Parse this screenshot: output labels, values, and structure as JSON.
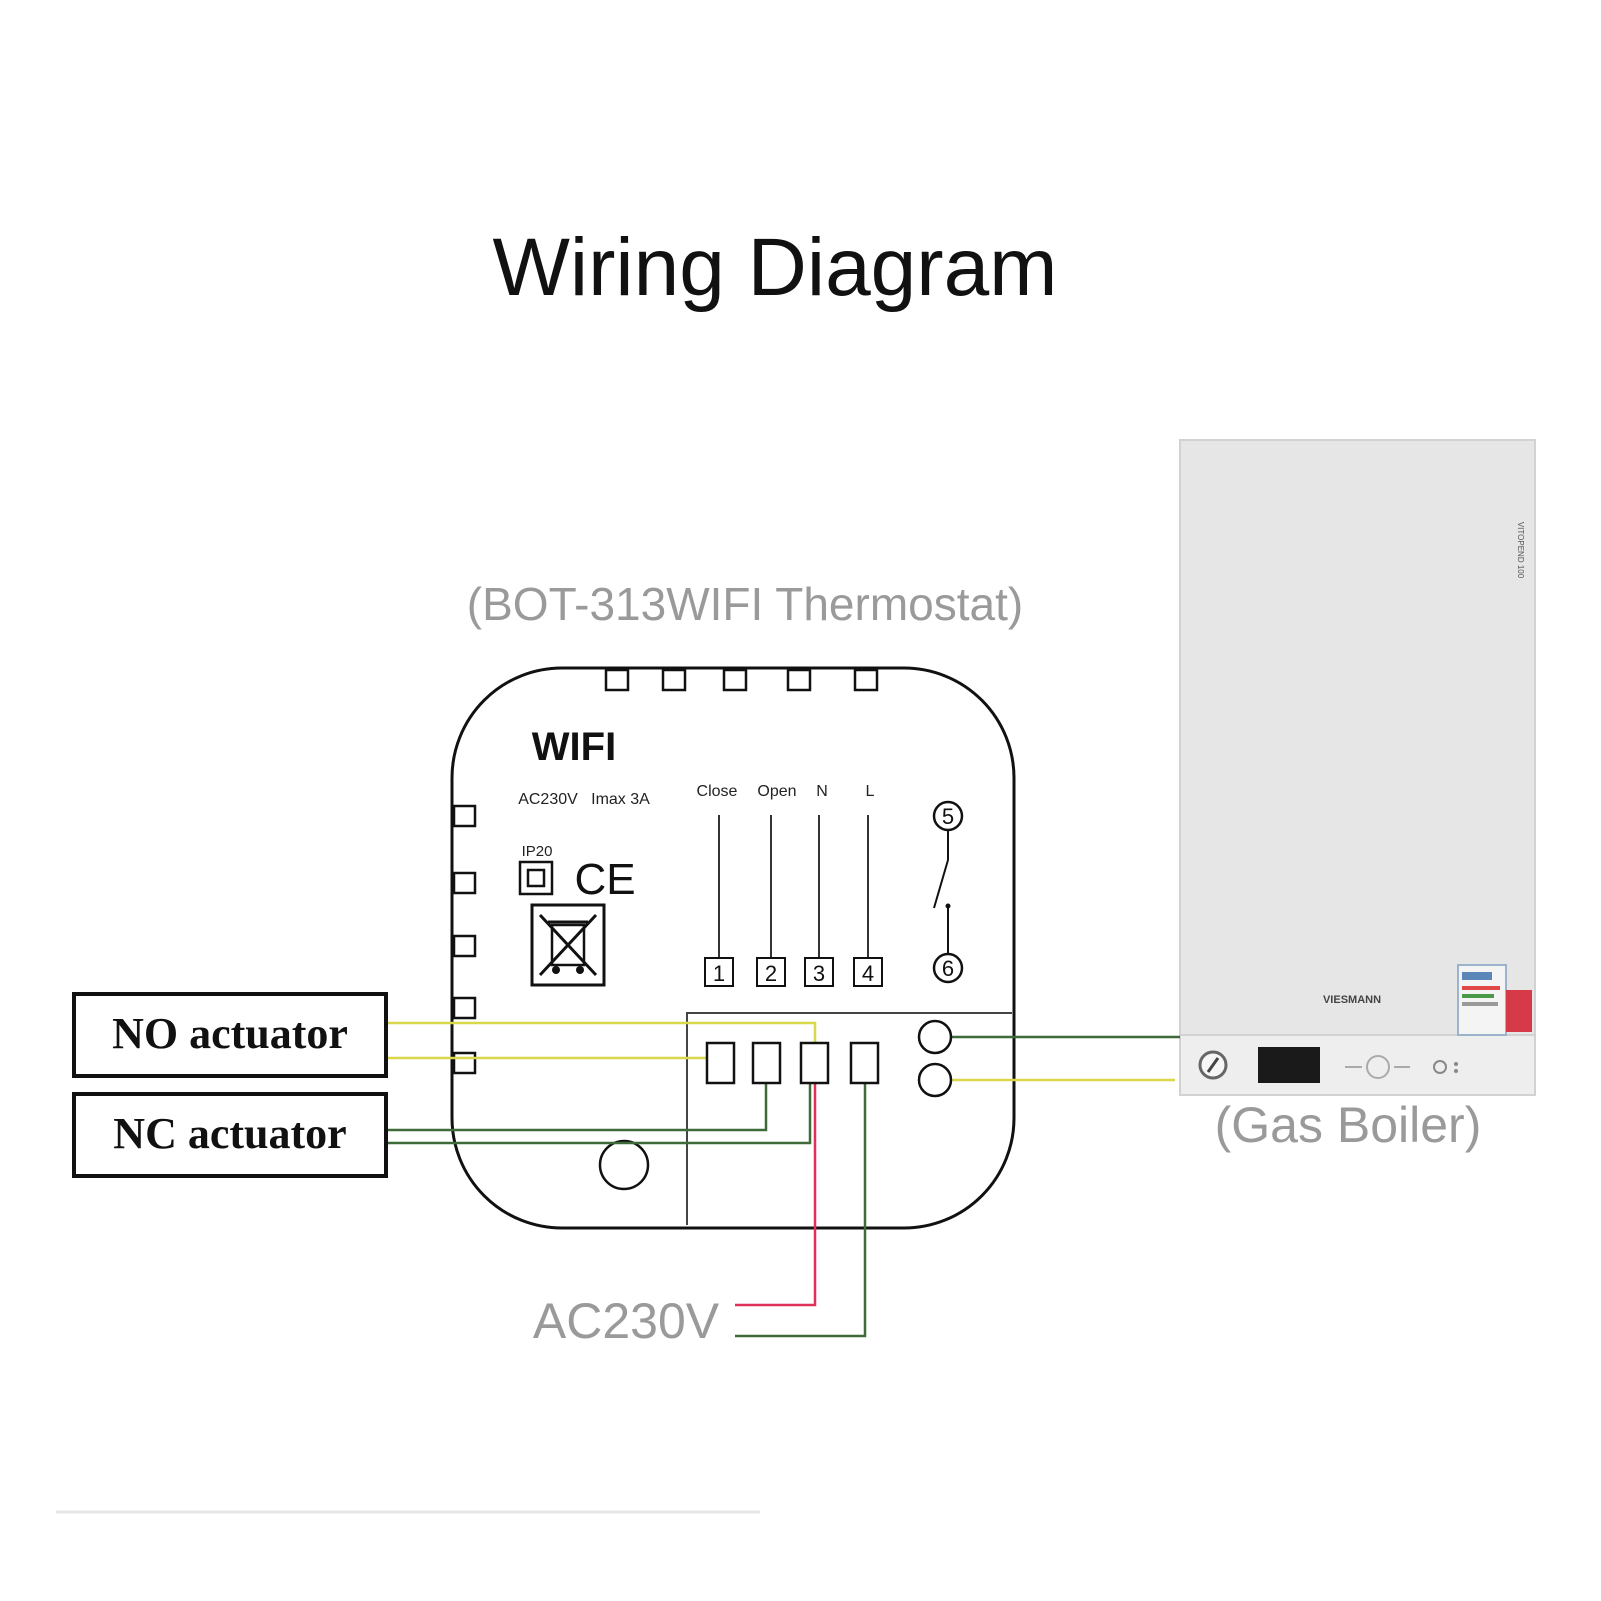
{
  "title": "Wiring Diagram",
  "thermostat": {
    "caption": "(BOT-313WIFI Thermostat)",
    "wifi_label": "WIFI",
    "rating": "AC230V   Imax 3A",
    "ip_rating": "IP20",
    "ce_mark": "CE",
    "terminal_headers": [
      "Close",
      "Open",
      "N",
      "L"
    ],
    "terminal_numbers": [
      "1",
      "2",
      "3",
      "4"
    ],
    "contact_numbers": [
      "5",
      "6"
    ]
  },
  "actuators": {
    "no_label": "NO actuator",
    "nc_label": "NC actuator"
  },
  "power_label": "AC230V",
  "boiler": {
    "caption": "(Gas Boiler)",
    "brand": "VIESMANN",
    "side_text": "VITOPEND 100"
  },
  "colors": {
    "wire_yellow": "#d8d84a",
    "wire_green": "#3f6b3a",
    "wire_red": "#e0305a",
    "caption_gray": "#9a9a9a",
    "outline": "#111111"
  }
}
